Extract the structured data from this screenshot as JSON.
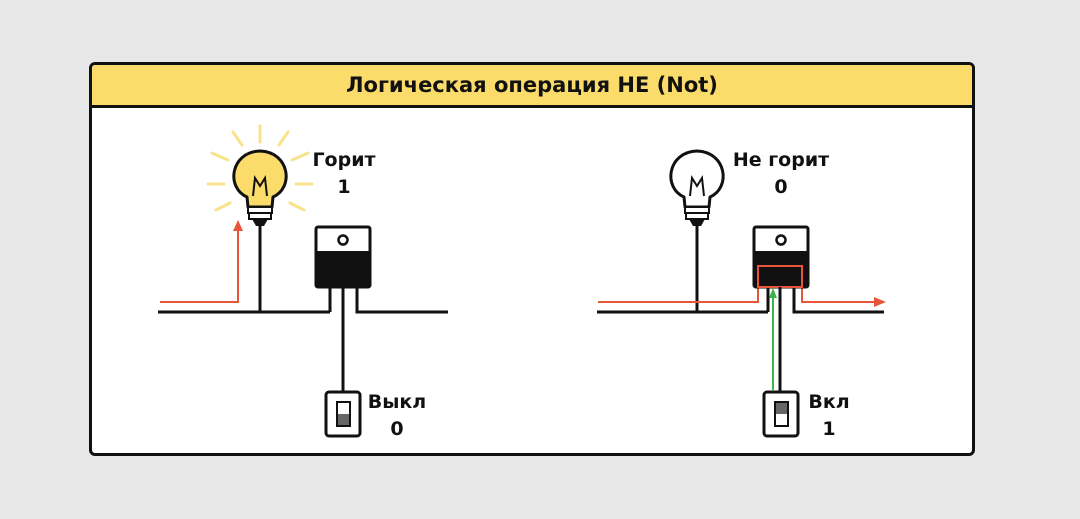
{
  "title": "Логическая операция НЕ (Not)",
  "left_panel": {
    "lamp_state_label": "Горит",
    "lamp_value": "1",
    "switch_state_label": "Выкл",
    "switch_value": "0"
  },
  "right_panel": {
    "lamp_state_label": "Не горит",
    "lamp_value": "0",
    "switch_state_label": "Вкл",
    "switch_value": "1"
  },
  "colors": {
    "header": "#fbdc6a",
    "current_red": "#e8553b",
    "control_green": "#3ab54a",
    "lamp_on": "#fbdc6a",
    "rays": "#f6e38b"
  }
}
